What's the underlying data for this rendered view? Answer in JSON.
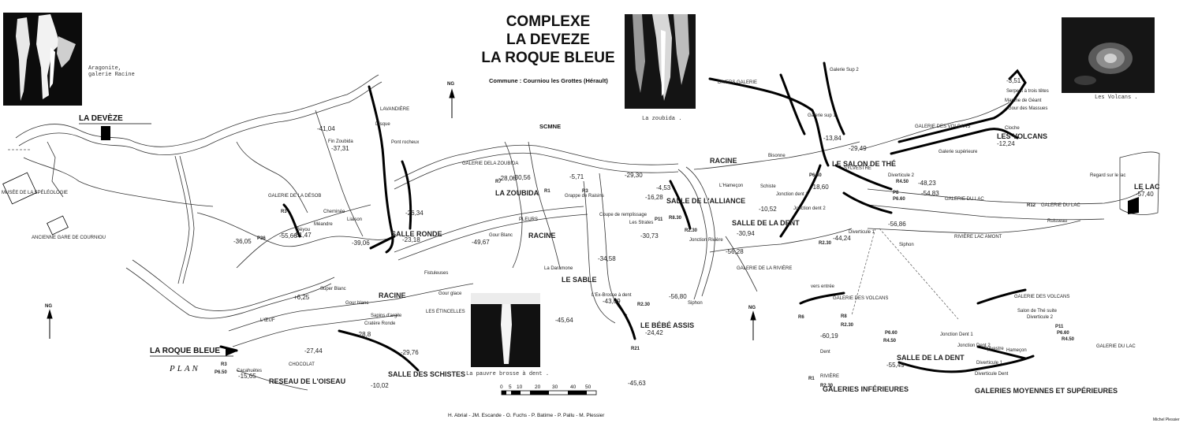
{
  "title_lines": [
    "COMPLEXE",
    "LA DEVEZE",
    "LA ROQUE BLEUE"
  ],
  "commune": "Commune : Courniou les Grottes (Hérault)",
  "club": "SCMNE",
  "authors": "H. Abrial - JM. Escande - O. Fuchs - P. Batime - P. Pallu - M. Plessier",
  "cartographer": "Michel Plessier",
  "plan_label": "PLAN",
  "north_label": "NG",
  "photos": {
    "aragonite": "Aragonite,\ngalerie Racine",
    "zoubida": "La zoubida .",
    "volcans": "Les Volcans .",
    "brosse": "La pauvre brosse à dent ."
  },
  "scale": {
    "ticks": [
      "0",
      "5",
      "10",
      "20",
      "30",
      "40",
      "50"
    ]
  },
  "major_labels": {
    "la_deveze": "LA DEVÈZE",
    "la_roque_bleue": "LA ROQUE BLEUE",
    "salle_ronde": "SALLE RONDE",
    "la_zoubida": "LA ZOUBIDA",
    "salle_alliance": "SALLE DE L'ALLIANCE",
    "salle_dent": "SALLE DE LA DENT",
    "salon_the": "LE SALON DE THÉ",
    "les_volcans": "LES VOLCANS",
    "le_lac": "LE LAC",
    "racine_1": "RACINE",
    "racine_2": "RACINE",
    "racine_3": "RACINE",
    "le_sable": "LE SABLE",
    "bebe_assis": "LE BÉBÉ ASSIS",
    "salle_schistes": "SALLE DES SCHISTES",
    "reseau_oiseau": "RESEAU DE L'OISEAU",
    "galeries_inf": "GALERIES INFÉRIEURES",
    "galeries_moy": "GALERIES MOYENNES ET SUPÉRIEURES",
    "salle_dent_2": "SALLE DE LA DENT"
  },
  "minor_labels": [
    {
      "id": "musee",
      "text": "MUSÉE DE LA SPÉLÉOLOGIE"
    },
    {
      "id": "gare",
      "text": "ANCIENNE GARE DE COURNIOU"
    },
    {
      "id": "desob",
      "text": "GALERIE DE LA DÉSOB"
    },
    {
      "id": "lavandiere",
      "text": "LAVANDIÈRE"
    },
    {
      "id": "disque",
      "text": "Disque"
    },
    {
      "id": "finzoub",
      "text": "Fin Zoubida"
    },
    {
      "id": "pontroch",
      "text": "Pont rocheux"
    },
    {
      "id": "galzoub",
      "text": "GALERIE DE"
    },
    {
      "id": "galzoub2",
      "text": "LA ZOUBIDA"
    },
    {
      "id": "pleurs",
      "text": "PLEURS"
    },
    {
      "id": "gourblanc",
      "text": "Gour Blanc"
    },
    {
      "id": "grappe",
      "text": "Grappe de Raisins"
    },
    {
      "id": "coupe",
      "text": "Coupe de remplissage"
    },
    {
      "id": "strates",
      "text": "Les Strates"
    },
    {
      "id": "hamecon",
      "text": "L'Hameçon"
    },
    {
      "id": "jonctriv",
      "text": "Jonction Rivière"
    },
    {
      "id": "galriv",
      "text": "GALERIE DE LA RIVIÈRE"
    },
    {
      "id": "divers",
      "text": "DIVERS GALERIE"
    },
    {
      "id": "galsup2",
      "text": "Galerie Sup 2"
    },
    {
      "id": "galsup1",
      "text": "Galerie sup 1"
    },
    {
      "id": "sylvestre",
      "text": "SYLVESTRE"
    },
    {
      "id": "galvolc",
      "text": "GALERIE DES VOLCANS"
    },
    {
      "id": "galsuper",
      "text": "Galerie supérieure"
    },
    {
      "id": "serpent",
      "text": "Serpent à trois têtes"
    },
    {
      "id": "marche",
      "text": "Marche de Géant"
    },
    {
      "id": "gourmass",
      "text": "Gour des Massues"
    },
    {
      "id": "cloche",
      "text": "Cloche"
    },
    {
      "id": "bisonne",
      "text": "Bisonne"
    },
    {
      "id": "schiste",
      "text": "Schiste"
    },
    {
      "id": "jonctdent1",
      "text": "Jonction dent 1"
    },
    {
      "id": "jonctdent2",
      "text": "Jonction dent 2"
    },
    {
      "id": "galdulac",
      "text": "GALERIE DU LAC"
    },
    {
      "id": "galdulac2",
      "text": "GALERIE DU LAC"
    },
    {
      "id": "riviere_lac",
      "text": "RIVIÈRE LAC AMONT"
    },
    {
      "id": "ruisseau",
      "text": "Ruisseau"
    },
    {
      "id": "regard",
      "text": "Regard sur le lac"
    },
    {
      "id": "siphon",
      "text": "Siphon"
    },
    {
      "id": "siphon2",
      "text": "Siphon"
    },
    {
      "id": "diverticule1",
      "text": "Diverticule 1"
    },
    {
      "id": "diverticule2",
      "text": "Diverticule 2"
    },
    {
      "id": "larameur",
      "text": "La Daramone"
    },
    {
      "id": "fistuleuses",
      "text": "Fistuleuses"
    },
    {
      "id": "gourglace",
      "text": "Gour glace"
    },
    {
      "id": "etincelles",
      "text": "LES ÉTINCELLES"
    },
    {
      "id": "superblanc",
      "text": "Super Blanc"
    },
    {
      "id": "gourblanc2",
      "text": "Gour blanc"
    },
    {
      "id": "sapins",
      "text": "Sapins d'argile"
    },
    {
      "id": "cratere",
      "text": "Cratère Ronde"
    },
    {
      "id": "loeuf",
      "text": "L'ŒUF"
    },
    {
      "id": "chocolat",
      "text": "CHOCOLAT"
    },
    {
      "id": "cacahuetes",
      "text": "Cacahuètes"
    },
    {
      "id": "brosse_lbl",
      "text": "L'Ex-Brosse à dent"
    },
    {
      "id": "versentree",
      "text": "vers entrée"
    },
    {
      "id": "galvolc2",
      "text": "GALERIE DES VOLCANS"
    },
    {
      "id": "galvolc3",
      "text": "GALERIE DES VOLCANS"
    },
    {
      "id": "dent",
      "text": "Dent"
    },
    {
      "id": "riviere",
      "text": "RIVIÈRE"
    },
    {
      "id": "salonthesuite",
      "text": "Salon de Thé suite"
    },
    {
      "id": "jonctdent1b",
      "text": "Jonction Dent 1"
    },
    {
      "id": "jonctdent2b",
      "text": "Jonction Dent 2"
    },
    {
      "id": "sylvestre2",
      "text": "Sylvestre"
    },
    {
      "id": "diverticule2b",
      "text": "Diverticule 2"
    },
    {
      "id": "diverticule1b",
      "text": "Diverticule 1"
    },
    {
      "id": "diverticuledent",
      "text": "Diverticule Dent"
    },
    {
      "id": "hameconb",
      "text": "Hameçon"
    },
    {
      "id": "galdulac3",
      "text": "GALERIE DU LAC"
    },
    {
      "id": "cheminee",
      "text": "Cheminée"
    },
    {
      "id": "liaison",
      "text": "Liaison"
    },
    {
      "id": "beyou",
      "text": "Bèyou"
    },
    {
      "id": "meandre",
      "text": "Méandre"
    }
  ],
  "depths": [
    "-41,04",
    "-37,31",
    "-28,08",
    "-30,56",
    "-5,71",
    "-29,30",
    "-16,28",
    "-4,53",
    "-13,84",
    "-29,49",
    "-18,60",
    "-3,51",
    "-12,24",
    "-48,23",
    "-54,83",
    "-10,52",
    "-30,94",
    "-44,24",
    "-56,86",
    "-57,40",
    "-56,28",
    "-30,73",
    "-36,05",
    "-55,66",
    "-51,47",
    "-39,06",
    "-23,18",
    "-49,67",
    "-34,58",
    "-56,80",
    "-43,09",
    "-45,64",
    "-24,42",
    "-45,63",
    "+6,25",
    "-28,8",
    "-29,76",
    "-27,44",
    "-15,65",
    "-10,02",
    "-60,19",
    "-55,49",
    "-26,34"
  ],
  "markers": [
    "R3",
    "P36",
    "R7",
    "R1",
    "R3",
    "P11",
    "R8.30",
    "P6.60",
    "R2.30",
    "P8",
    "P6.60",
    "R4.50",
    "R12",
    "R2.30",
    "R6",
    "R21",
    "R2.30",
    "R3",
    "P6.50",
    "R8",
    "P6.60",
    "R2.30",
    "R4.50",
    "R1",
    "R2.30",
    "P11",
    "P6.60",
    "R4.50"
  ]
}
